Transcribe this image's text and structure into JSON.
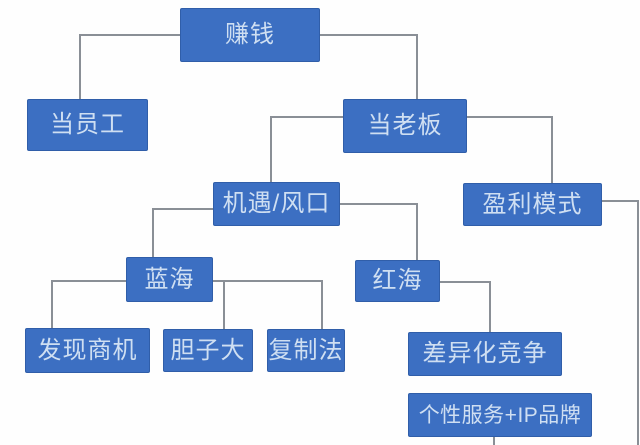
{
  "diagram": {
    "type": "flowchart",
    "nodes": {
      "make_money": {
        "label": "赚钱"
      },
      "employee": {
        "label": "当员工"
      },
      "boss": {
        "label": "当老板"
      },
      "opportunity": {
        "label": "机遇/风口"
      },
      "profit_model": {
        "label": "盈利模式"
      },
      "blue_ocean": {
        "label": "蓝海"
      },
      "red_ocean": {
        "label": "红海"
      },
      "find_opportunity": {
        "label": "发现商机"
      },
      "boldness": {
        "label": "胆子大"
      },
      "copy_method": {
        "label": "复制法"
      },
      "differentiation": {
        "label": "差异化竞争"
      },
      "personal_service": {
        "label": "个性服务+IP品牌"
      }
    },
    "edges": [
      {
        "from": "make_money",
        "to": "employee"
      },
      {
        "from": "make_money",
        "to": "boss"
      },
      {
        "from": "boss",
        "to": "opportunity"
      },
      {
        "from": "boss",
        "to": "profit_model"
      },
      {
        "from": "opportunity",
        "to": "blue_ocean"
      },
      {
        "from": "opportunity",
        "to": "red_ocean"
      },
      {
        "from": "blue_ocean",
        "to": "find_opportunity"
      },
      {
        "from": "blue_ocean",
        "to": "boldness"
      },
      {
        "from": "blue_ocean",
        "to": "copy_method"
      },
      {
        "from": "red_ocean",
        "to": "differentiation"
      }
    ],
    "colors": {
      "node_fill": "#3c6fc2",
      "node_border": "#2a549b",
      "node_text": "#cfdff2",
      "connector": "#8a8f96",
      "background": "#fefefe"
    }
  }
}
